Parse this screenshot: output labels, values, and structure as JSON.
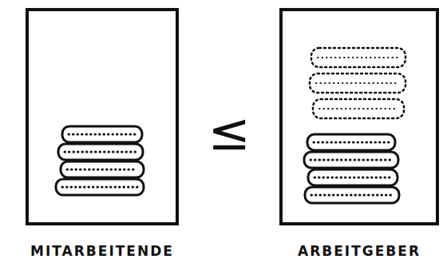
{
  "diagram": {
    "nodes": [
      {
        "text": [
          "MITARBEITENDE"
        ]
      },
      {
        "text": [
          "ARBEITGEBER"
        ]
      }
    ],
    "labels": [
      "≤"
    ]
  }
}
